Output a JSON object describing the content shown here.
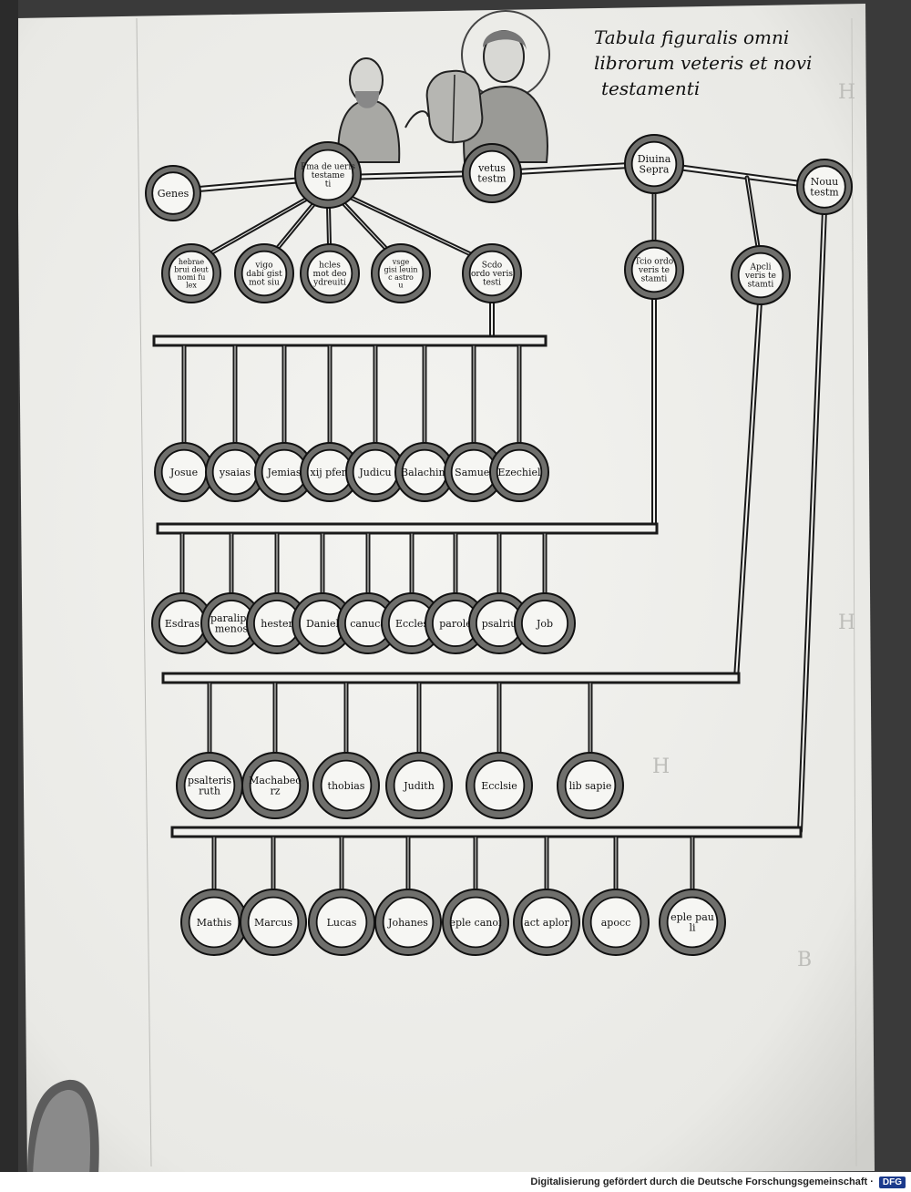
{
  "title_lines": [
    "Tabula figuralis omni",
    "librorum veteris et novi",
    "testamenti"
  ],
  "sections": {
    "root": [
      {
        "id": "genes",
        "lines": [
          "Genes"
        ]
      },
      {
        "id": "prima",
        "lines": [
          "Pma de ueris",
          "testame",
          "ti"
        ]
      },
      {
        "id": "vetus",
        "lines": [
          "vetus",
          "testm"
        ]
      },
      {
        "id": "divina",
        "lines": [
          "Diuina",
          "Sepra"
        ]
      },
      {
        "id": "novum",
        "lines": [
          "Nouu",
          "testm"
        ]
      }
    ],
    "second": [
      {
        "id": "heb",
        "lines": [
          "hebrae",
          "brui deut",
          "nomi fu",
          "lex"
        ]
      },
      {
        "id": "vgo",
        "lines": [
          "vigo",
          "dabi gist",
          "mot siu"
        ]
      },
      {
        "id": "lgs",
        "lines": [
          "hcles",
          "mot deo",
          "ydreuiti"
        ]
      },
      {
        "id": "vsg",
        "lines": [
          "vsge",
          "gisi leuin",
          "c astro",
          "u"
        ]
      },
      {
        "id": "scdo",
        "lines": [
          "Scdo",
          "ordo veris",
          "testi"
        ]
      },
      {
        "id": "tcio",
        "lines": [
          "Tcio ordo",
          "veris te",
          "stamti"
        ]
      },
      {
        "id": "apcli",
        "lines": [
          "Apcli",
          "veris te",
          "stamti"
        ]
      }
    ],
    "row1": [
      "Josue",
      "ysaias",
      "Jemias",
      "xij pferi",
      "Judicu",
      "Balachim",
      "Samuel",
      "Ezechiel"
    ],
    "row2": [
      "Esdras",
      "paralipo",
      "hester",
      "Daniel",
      "canuca",
      "Eccles",
      "parole",
      "psalriu",
      "Job"
    ],
    "row2b": [
      "",
      "menos",
      "",
      "",
      "",
      "",
      "",
      "",
      ""
    ],
    "row3": [
      "psalteris",
      "Machabeo",
      "thobias",
      "Judith",
      "Ecclsie",
      "lib sapie"
    ],
    "row3b": [
      "ruth",
      "rz",
      "",
      "",
      "",
      ""
    ],
    "row4": [
      "Mathis",
      "Marcus",
      "Lucas",
      "Johanes",
      "eple canoi",
      "act aplor",
      "apocc",
      "eple pau"
    ],
    "row4b": [
      "",
      "",
      "",
      "",
      "",
      "",
      "",
      "li"
    ]
  },
  "margin_letters": [
    "H",
    "H",
    "H",
    "B"
  ],
  "footer": {
    "credit": "Digitalisierung gefördert durch die Deutsche Forschungsgemeinschaft ·",
    "logo": "DFG"
  }
}
